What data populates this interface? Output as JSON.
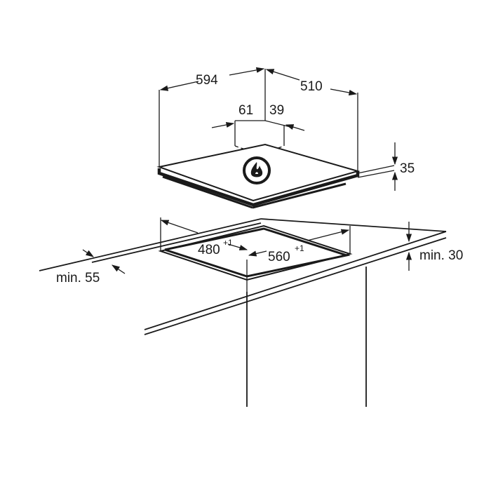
{
  "dimensions": {
    "width": "594",
    "depth": "510",
    "left_offset": "61",
    "right_offset": "39",
    "height": "35",
    "cutout_depth": "480",
    "cutout_depth_tol": "+1",
    "cutout_width": "560",
    "cutout_width_tol": "+1",
    "min_front": "min. 55",
    "min_rear": "min. 30"
  },
  "icons": {
    "gas_symbol": "gas-flame-icon"
  }
}
